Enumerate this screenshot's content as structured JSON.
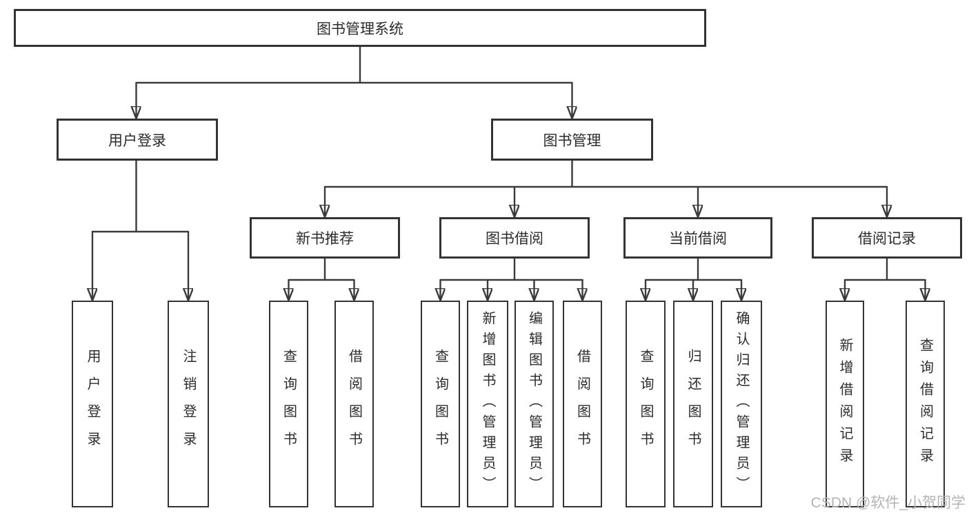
{
  "diagram": {
    "kind": "functional-structure-tree",
    "colors": {
      "background": "#ffffff",
      "line": "#3a3a3a",
      "box_border": "#333333",
      "text": "#2b2b2b",
      "watermark": "#b3b3b3"
    },
    "tree": {
      "label": "图书管理系统",
      "children": [
        {
          "label": "用户登录",
          "children": [
            {
              "label": "用户登录"
            },
            {
              "label": "注销登录"
            }
          ]
        },
        {
          "label": "图书管理",
          "children": [
            {
              "label": "新书推荐",
              "children": [
                {
                  "label": "查询图书"
                },
                {
                  "label": "借阅图书"
                }
              ]
            },
            {
              "label": "图书借阅",
              "children": [
                {
                  "label": "查询图书"
                },
                {
                  "label": "新增图书（管理员）"
                },
                {
                  "label": "编辑图书（管理员）"
                },
                {
                  "label": "借阅图书"
                }
              ]
            },
            {
              "label": "当前借阅",
              "children": [
                {
                  "label": "查询图书"
                },
                {
                  "label": "归还图书"
                },
                {
                  "label": "确认归还（管理员）"
                }
              ]
            },
            {
              "label": "借阅记录",
              "children": [
                {
                  "label": "新增借阅记录"
                },
                {
                  "label": "查询借阅记录"
                }
              ]
            }
          ]
        }
      ]
    },
    "watermark": {
      "text": "CSDN @软件_小贺同学"
    }
  }
}
